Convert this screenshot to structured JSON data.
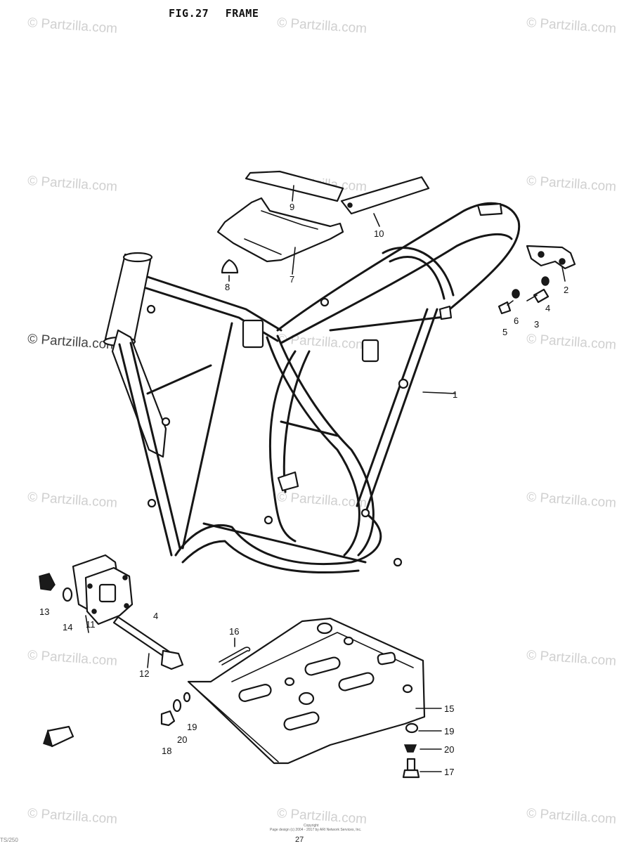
{
  "figure": {
    "fig_label": "FIG.27",
    "title": "FRAME"
  },
  "watermark_text": "© Partzilla.com",
  "watermark_strong_text": "© Partzilla.com",
  "callouts": [
    "1",
    "2",
    "3",
    "4",
    "5",
    "6",
    "7",
    "8",
    "9",
    "10",
    "11",
    "12",
    "13",
    "14",
    "15",
    "16",
    "17",
    "18",
    "19",
    "20",
    "20",
    "19",
    "4"
  ],
  "footer": {
    "page_number": "27",
    "copyright_line1": "Copyright",
    "copyright_line2": "Page design (c) 2004 - 2017 by ARI Network Services, Inc.",
    "corner_text": "TS/250"
  }
}
